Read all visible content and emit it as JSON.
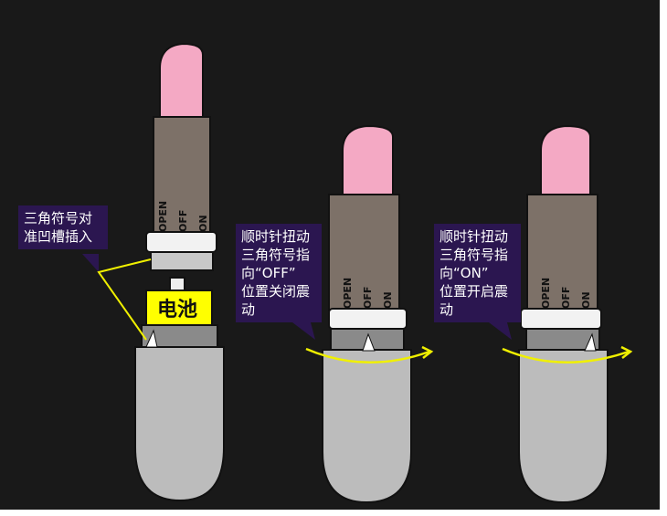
{
  "labels": {
    "open": "OPEN",
    "off": "OFF",
    "on": "ON"
  },
  "battery_label": "电池",
  "callouts": [
    {
      "lines": [
        "三角符号对",
        "准凹槽插入"
      ]
    },
    {
      "lines": [
        "顺时针扭动",
        "三角符号指",
        "向“OFF”",
        "位置关闭震",
        "动"
      ]
    },
    {
      "lines": [
        "顺时针扭动",
        "三角符号指",
        "向“ON”",
        "位置开启震",
        "动"
      ]
    }
  ],
  "colors": {
    "background": "#191919",
    "tip": "#f4a9c4",
    "body": "#7d7168",
    "ring": "#f2f2f2",
    "collar": "#8a8a8a",
    "base": "#bcbcbc",
    "battery": "#ffff00",
    "callout": "#2b1650",
    "arrow": "#f0f000"
  }
}
